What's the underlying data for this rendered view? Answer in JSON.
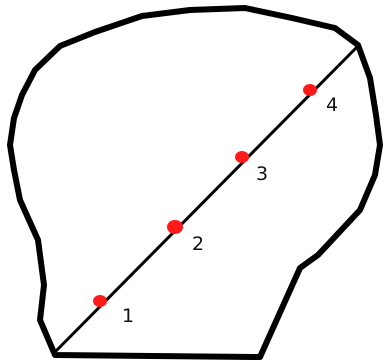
{
  "points": [
    {
      "label": "1"
    },
    {
      "label": "2"
    },
    {
      "label": "3"
    },
    {
      "label": "4"
    }
  ],
  "colors": {
    "outline": "#000000",
    "chord": "#000000",
    "point": "#ff1a1a",
    "label": "#111111",
    "background": "#ffffff"
  },
  "icons": {
    "shape": "irregular-closed-region",
    "line": "chord-line",
    "point": "red-dot"
  }
}
